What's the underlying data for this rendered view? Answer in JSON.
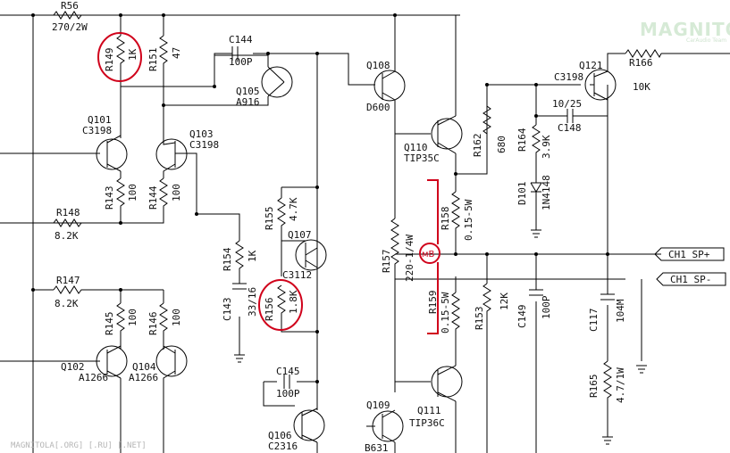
{
  "watermark": {
    "logo": "MAGNITOLA",
    "logo_sub": "CarAudio Team",
    "footer": "MAGNITOLA[.ORG] [.RU] [.NET]"
  },
  "annotation": {
    "meter_label": "мВ",
    "color": "#d0021b"
  },
  "resistors": [
    {
      "ref": "R56",
      "value": "270/2W"
    },
    {
      "ref": "R149",
      "value": "1K"
    },
    {
      "ref": "R151",
      "value": "47"
    },
    {
      "ref": "R143",
      "value": "100"
    },
    {
      "ref": "R144",
      "value": "100"
    },
    {
      "ref": "R148",
      "value": "8.2K"
    },
    {
      "ref": "R147",
      "value": "8.2K"
    },
    {
      "ref": "R145",
      "value": "100"
    },
    {
      "ref": "R146",
      "value": "100"
    },
    {
      "ref": "R154",
      "value": "1K"
    },
    {
      "ref": "R155",
      "value": "4.7K"
    },
    {
      "ref": "R156",
      "value": "1.8K"
    },
    {
      "ref": "R157",
      "value": "220-1/4W"
    },
    {
      "ref": "R158",
      "value": "0.15-5W"
    },
    {
      "ref": "R159",
      "value": "0.15-5W"
    },
    {
      "ref": "R162",
      "value": "680"
    },
    {
      "ref": "R164",
      "value": "3.9K"
    },
    {
      "ref": "R153",
      "value": "12K"
    },
    {
      "ref": "R165",
      "value": "4.7/1W"
    },
    {
      "ref": "R166",
      "value": "10K"
    }
  ],
  "capacitors": [
    {
      "ref": "C144",
      "value": "100P"
    },
    {
      "ref": "C143",
      "value": "33/16"
    },
    {
      "ref": "C145",
      "value": "100P"
    },
    {
      "ref": "C148",
      "value": "10/25"
    },
    {
      "ref": "C149",
      "value": "100P"
    },
    {
      "ref": "C117",
      "value": "104M"
    }
  ],
  "transistors": [
    {
      "ref": "Q101",
      "value": "C3198"
    },
    {
      "ref": "Q103",
      "value": "C3198"
    },
    {
      "ref": "Q105",
      "value": "A916"
    },
    {
      "ref": "Q108",
      "value": "D600"
    },
    {
      "ref": "Q110",
      "value": "TIP35C"
    },
    {
      "ref": "Q121",
      "value": "C3198"
    },
    {
      "ref": "Q107",
      "value": "C3112"
    },
    {
      "ref": "Q102",
      "value": "A1266"
    },
    {
      "ref": "Q104",
      "value": "A1266"
    },
    {
      "ref": "Q106",
      "value": "C2316"
    },
    {
      "ref": "Q109",
      "value": "B631"
    },
    {
      "ref": "Q111",
      "value": "TIP36C"
    }
  ],
  "diodes": [
    {
      "ref": "D101",
      "value": "1N4148"
    }
  ],
  "connectors": [
    {
      "label": "CH1 SP+"
    },
    {
      "label": "CH1 SP-"
    }
  ]
}
